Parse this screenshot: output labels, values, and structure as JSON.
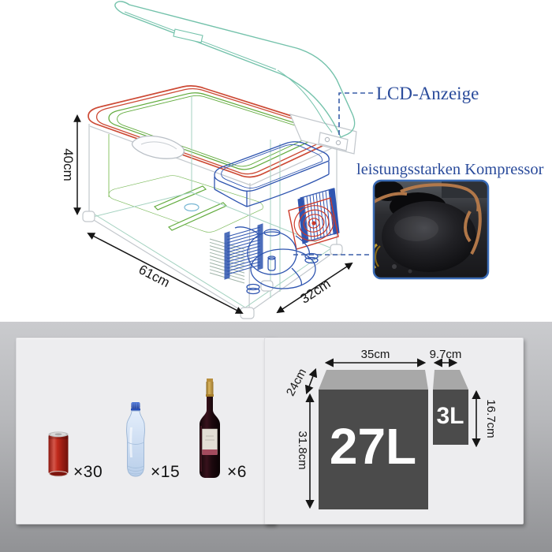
{
  "diagram": {
    "dim_height_label": "40cm",
    "dim_length_label": "61cm",
    "dim_depth_label": "32cm",
    "lcd_label": "LCD-Anzeige",
    "compressor_label": "leistungsstarken Kompressor"
  },
  "capacity_panel": {
    "items": [
      {
        "kind": "soda-can-icon",
        "count": "×30"
      },
      {
        "kind": "water-bottle-icon",
        "count": "×15"
      },
      {
        "kind": "wine-bottle-icon",
        "count": "×6"
      }
    ]
  },
  "volume_panel": {
    "large_block": {
      "volume": "27L",
      "width": "35cm",
      "depth": "24cm",
      "height": "31.8cm"
    },
    "small_block": {
      "volume": "3L",
      "width": "9.7cm",
      "height": "16.7cm"
    }
  },
  "colors": {
    "label_blue": "#2a4b9b",
    "leader_blue": "#3a5fa8",
    "seal_red": "#cd4a35",
    "liner_green": "#63ac3f",
    "machinery_blue": "#2f55b0",
    "fan_red": "#cc3b2a",
    "lid_teal": "#74c2ab",
    "block_front": "#4b4b4b",
    "block_top": "#a8a8a8"
  }
}
